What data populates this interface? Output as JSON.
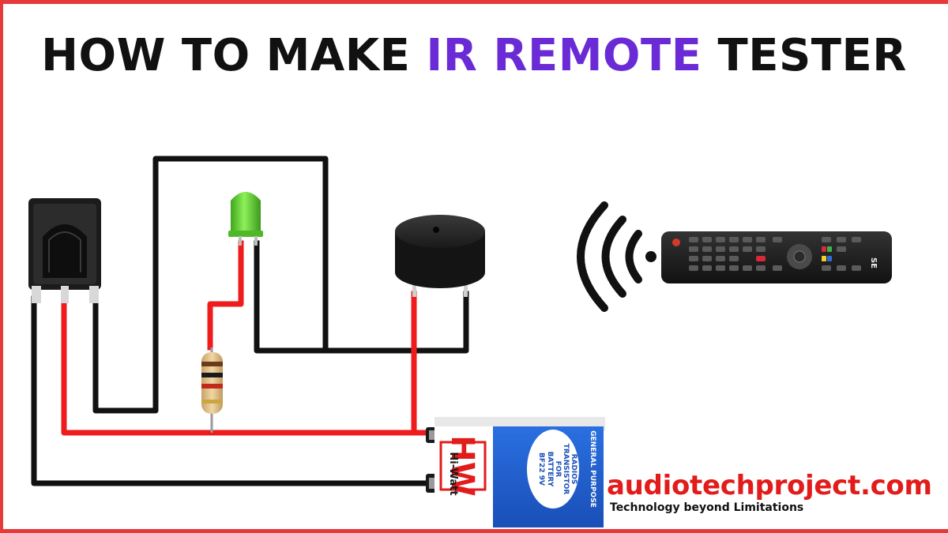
{
  "title": {
    "part1": "HOW TO MAKE ",
    "accent": "IR REMOTE",
    "part2": " TESTER"
  },
  "battery": {
    "brand_logo": "HW",
    "brand_name": "Hi-Watt",
    "model": "BF22 9V",
    "line2": "BATTERY",
    "line3": "FOR",
    "line4": "TRANSISTOR",
    "line5": "RADIOS",
    "purpose": "GENERAL PURPOSE"
  },
  "remote": {
    "brand_mark": "SE"
  },
  "footer": {
    "site": "audiotechproject.com",
    "tagline": "Technology beyond Limitations"
  },
  "colors": {
    "accent": "#6a2bd6",
    "border": "#e63a3a",
    "wire_red": "#ee1c1c",
    "wire_black": "#111111",
    "led_green": "#5fd02e",
    "battery_blue": "#1d5fd6",
    "site_red": "#e21b1b"
  },
  "icons": {
    "signal": "ir-signal-waves-icon"
  }
}
